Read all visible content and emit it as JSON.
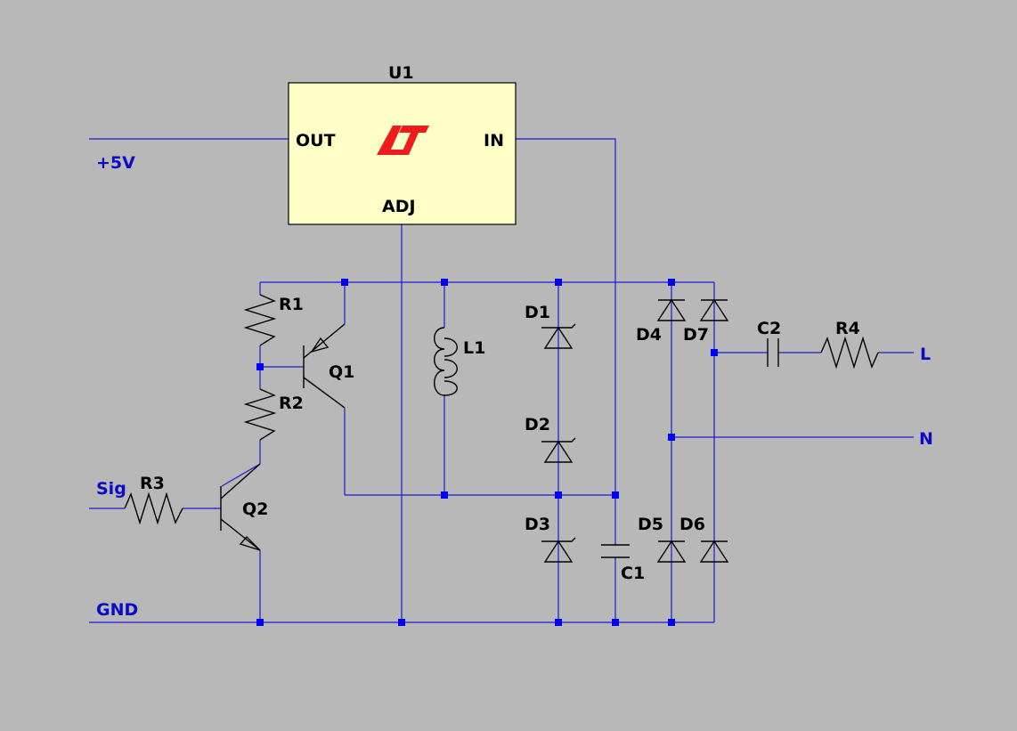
{
  "net_labels": {
    "plus5v": "+5V",
    "sig": "Sig",
    "gnd": "GND",
    "l": "L",
    "n": "N"
  },
  "regulator": {
    "ref": "U1",
    "pins": {
      "out": "OUT",
      "in": "IN",
      "adj": "ADJ"
    },
    "logo_color": "#ee1c1c",
    "fill_color": "#ffffc8"
  },
  "resistors": [
    "R1",
    "R2",
    "R3",
    "R4"
  ],
  "transistors": [
    "Q1",
    "Q2"
  ],
  "inductors": [
    "L1"
  ],
  "capacitors": [
    "C1",
    "C2"
  ],
  "diodes": [
    "D1",
    "D2",
    "D3",
    "D4",
    "D5",
    "D6",
    "D7"
  ],
  "colors": {
    "background": "#b8b8b8",
    "wire": "#1a1ad0",
    "junction": "#0000ff",
    "net_label": "#0a0ac8",
    "component": "#000000"
  }
}
